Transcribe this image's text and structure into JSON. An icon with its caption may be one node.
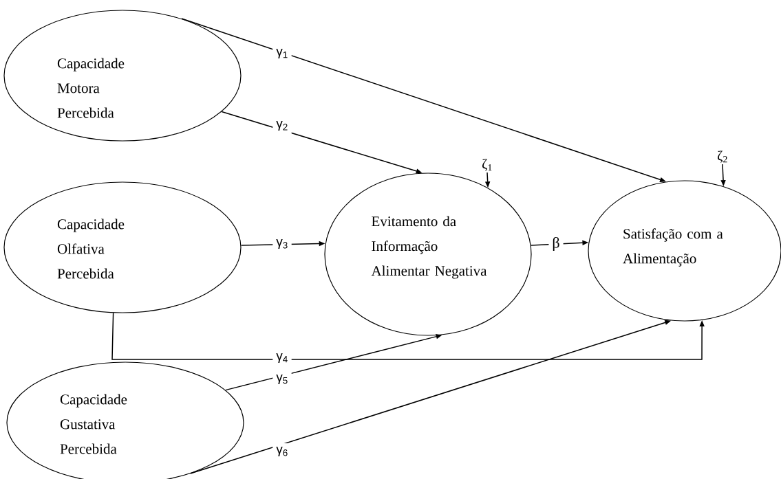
{
  "diagram": {
    "nodes": [
      {
        "text": [
          "Capacidade Motora Percebida"
        ]
      },
      {
        "text": [
          "Capacidade Olfativa Percebida"
        ]
      },
      {
        "text": [
          "Capacidade Gustativa Percebida"
        ]
      },
      {
        "text": [
          "Evitamento da Informação Alimentar Negativa"
        ]
      },
      {
        "text": [
          "Satisfação com a Alimentação"
        ]
      },
      {
        "text": [
          "ζ$_{1}$"
        ]
      },
      {
        "text": [
          "ζ$_{2}$"
        ]
      }
    ],
    "edges": [
      {
        "from": 0,
        "to": 4,
        "arrow": "to",
        "label": "γ$_{1}$"
      },
      {
        "from": 0,
        "to": 3,
        "arrow": "to",
        "label": "γ$_{2}$"
      },
      {
        "from": 1,
        "to": 3,
        "arrow": "to",
        "label": "γ$_{3}$"
      },
      {
        "from": 1,
        "to": 4,
        "arrow": "to",
        "label": "γ$_{4}$"
      },
      {
        "from": 2,
        "to": 3,
        "arrow": "to",
        "label": "γ$_{5}$"
      },
      {
        "from": 2,
        "to": 4,
        "arrow": "to",
        "label": "γ$_{6}$"
      },
      {
        "from": 3,
        "to": 4,
        "arrow": "to",
        "label": "β"
      },
      {
        "from": 5,
        "to": 3,
        "arrow": "to"
      },
      {
        "from": 6,
        "to": 4,
        "arrow": "to"
      }
    ]
  }
}
